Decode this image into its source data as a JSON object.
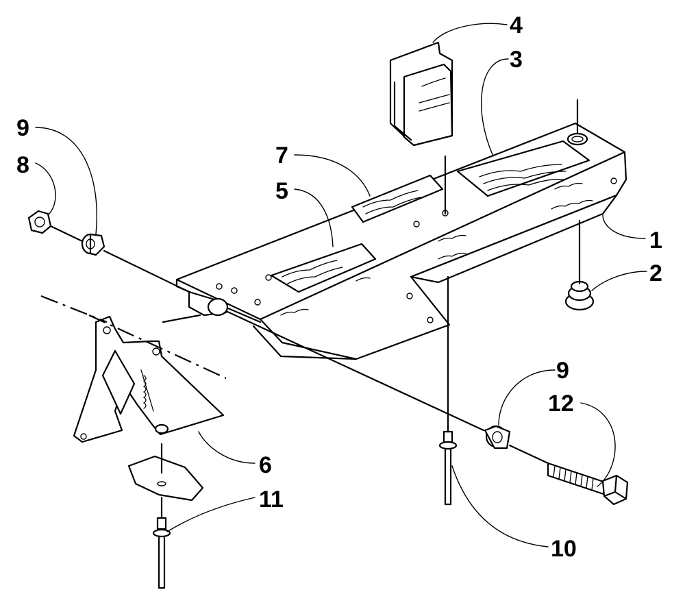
{
  "callouts": [
    {
      "id": "callout-4",
      "label": "4"
    },
    {
      "id": "callout-3",
      "label": "3"
    },
    {
      "id": "callout-9-left",
      "label": "9"
    },
    {
      "id": "callout-8",
      "label": "8"
    },
    {
      "id": "callout-7",
      "label": "7"
    },
    {
      "id": "callout-5",
      "label": "5"
    },
    {
      "id": "callout-1",
      "label": "1"
    },
    {
      "id": "callout-2",
      "label": "2"
    },
    {
      "id": "callout-9-right",
      "label": "9"
    },
    {
      "id": "callout-12",
      "label": "12"
    },
    {
      "id": "callout-6",
      "label": "6"
    },
    {
      "id": "callout-11",
      "label": "11"
    },
    {
      "id": "callout-10",
      "label": "10"
    }
  ]
}
